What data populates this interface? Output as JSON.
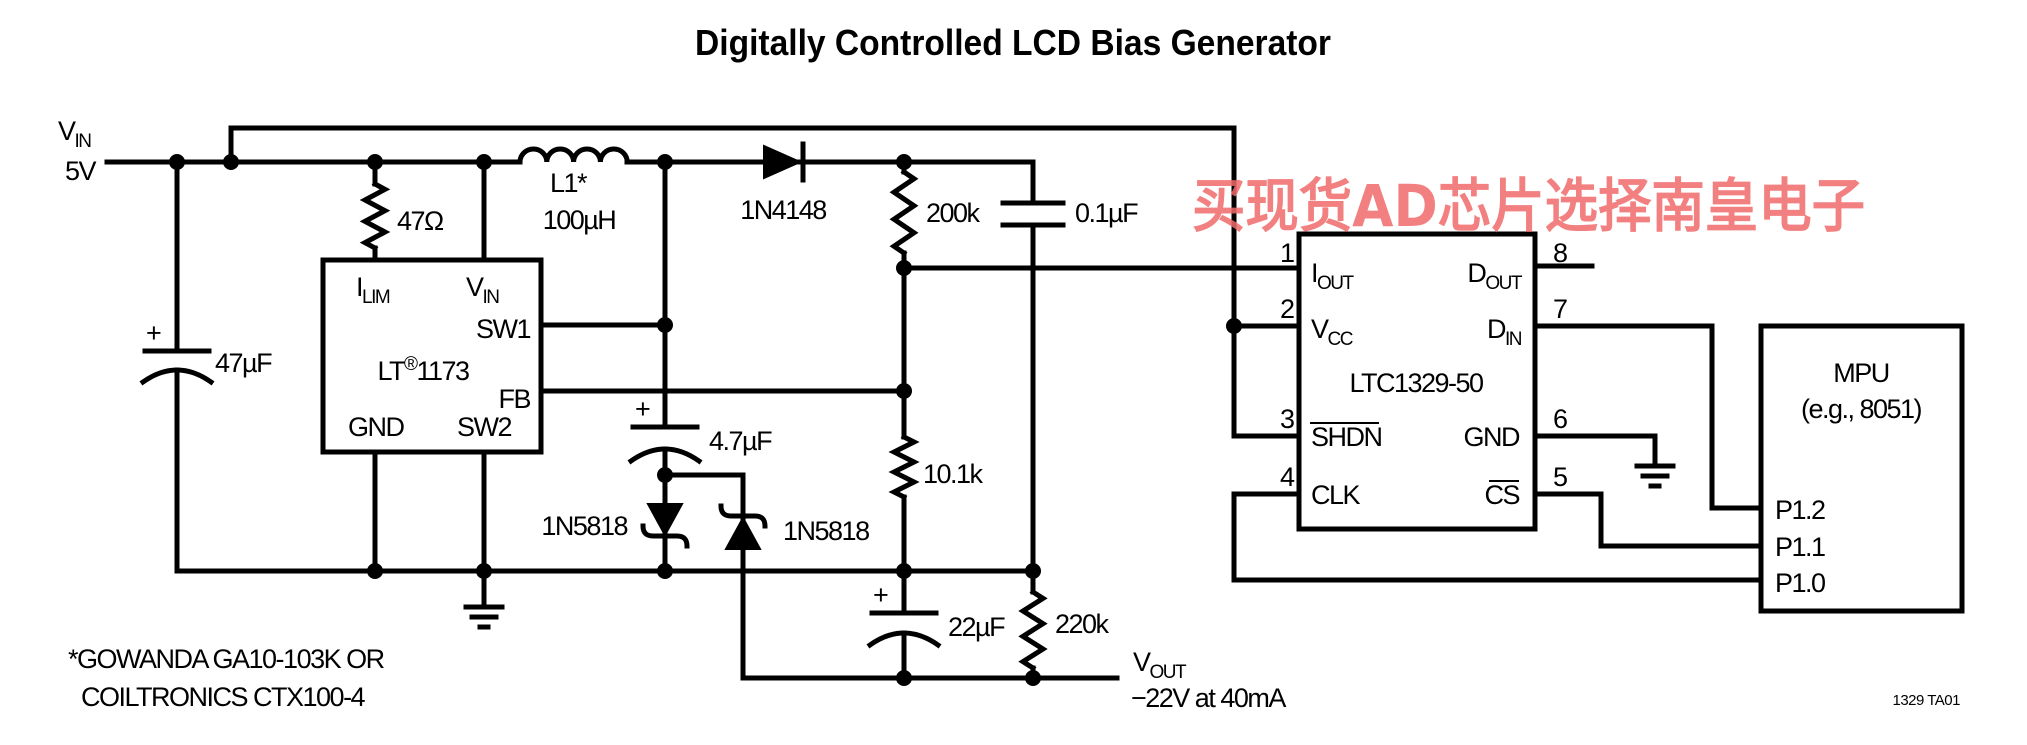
{
  "title": "Digitally Controlled LCD Bias Generator",
  "watermark": "买现货AD芯片选择南皇电子",
  "figure_id": "1329 TA01",
  "input": {
    "label_main": "V",
    "label_sub": "IN",
    "value": "5V"
  },
  "output": {
    "label_main": "V",
    "label_sub": "OUT",
    "value": "−22V at 40mA"
  },
  "components": {
    "r_ilim": "47Ω",
    "l1_ref": "L1*",
    "l1_value": "100µH",
    "d_1n4148": "1N4148",
    "r_200k": "200k",
    "c_01": "0.1µF",
    "c_47": "47µF",
    "c_47_plus": "+",
    "c_47u": "4.7µF",
    "c_47u_plus": "+",
    "d_1n5818_a": "1N5818",
    "d_1n5818_b": "1N5818",
    "r_10k": "10.1k",
    "c_22": "22µF",
    "c_22_plus": "+",
    "r_220k": "220k"
  },
  "lt1173": {
    "name_main": "LT",
    "name_reg": "®",
    "name_num": "1173",
    "pins": {
      "ilim_main": "I",
      "ilim_sub": "LIM",
      "vin_main": "V",
      "vin_sub": "IN",
      "sw1": "SW1",
      "fb": "FB",
      "gnd": "GND",
      "sw2": "SW2"
    }
  },
  "ltc1329": {
    "name": "LTC1329-50",
    "pins": [
      {
        "num": "1",
        "main": "I",
        "sub": "OUT"
      },
      {
        "num": "2",
        "main": "V",
        "sub": "CC"
      },
      {
        "num": "3",
        "main": "SHDN",
        "sub": ""
      },
      {
        "num": "4",
        "main": "CLK",
        "sub": ""
      },
      {
        "num": "5",
        "main": "CS",
        "sub": ""
      },
      {
        "num": "6",
        "main": "GND",
        "sub": ""
      },
      {
        "num": "7",
        "main": "D",
        "sub": "IN"
      },
      {
        "num": "8",
        "main": "D",
        "sub": "OUT"
      }
    ]
  },
  "mpu": {
    "name": "MPU",
    "example": "(e.g., 8051)",
    "pins": [
      "P1.2",
      "P1.1",
      "P1.0"
    ]
  },
  "footnote": [
    "*GOWANDA GA10-103K OR",
    "COILTRONICS CTX100-4"
  ],
  "colors": {
    "wire": "#000000",
    "watermark": "#f06a6a"
  }
}
